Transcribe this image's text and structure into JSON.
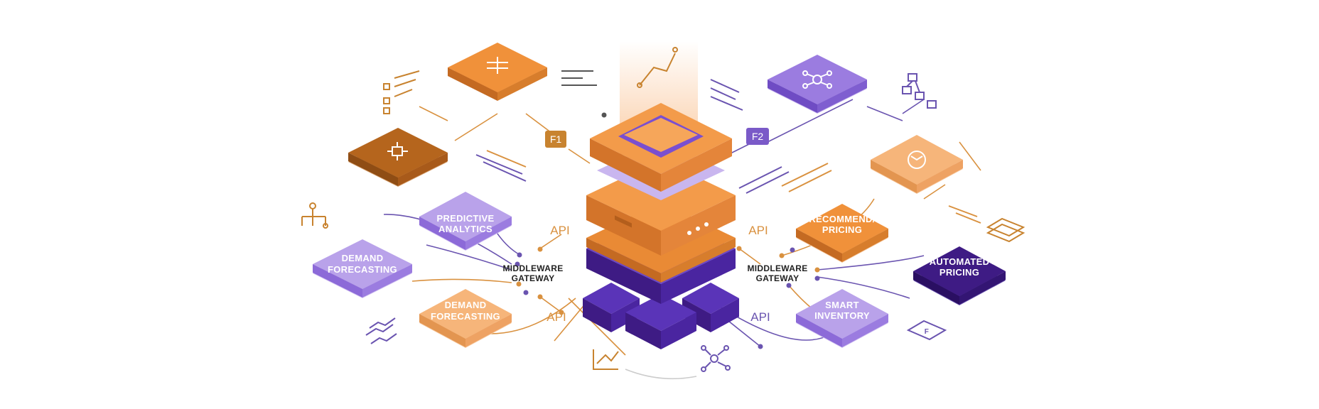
{
  "badges": {
    "f1": "F1",
    "f2": "F2"
  },
  "api_labels": {
    "top_left": "API",
    "top_right": "API",
    "bottom_left": "API",
    "bottom_right": "API"
  },
  "gateways": {
    "left": {
      "line1": "MIDDLEWARE",
      "line2": "GATEWAY"
    },
    "right": {
      "line1": "MIDDLEWARE",
      "line2": "GATEWAY"
    }
  },
  "modules": {
    "predictive_analytics": {
      "line1": "PREDICTIVE",
      "line2": "ANALYTICS"
    },
    "demand_forecasting_purple": {
      "line1": "DEMAND",
      "line2": "FORECASTING"
    },
    "demand_forecasting_orange": {
      "line1": "DEMAND",
      "line2": "FORECASTING"
    },
    "recommend_pricing": {
      "line1": "RECOMMEND/",
      "line2": "PRICING"
    },
    "automated_pricing": {
      "line1": "AUTOMATED",
      "line2": "PRICING"
    },
    "smart_inventory": {
      "line1": "SMART",
      "line2": "INVENTORY"
    }
  },
  "mini_icon": {
    "f": "F"
  },
  "colors": {
    "orange": "#f0913a",
    "orange_dark": "#c46a22",
    "orange_light": "#f6b57a",
    "purple": "#8c6ad8",
    "purple_light": "#b9a2ea",
    "purple_dark": "#3e1b84",
    "line_orange": "#d9913f",
    "line_purple": "#6a54b0"
  }
}
